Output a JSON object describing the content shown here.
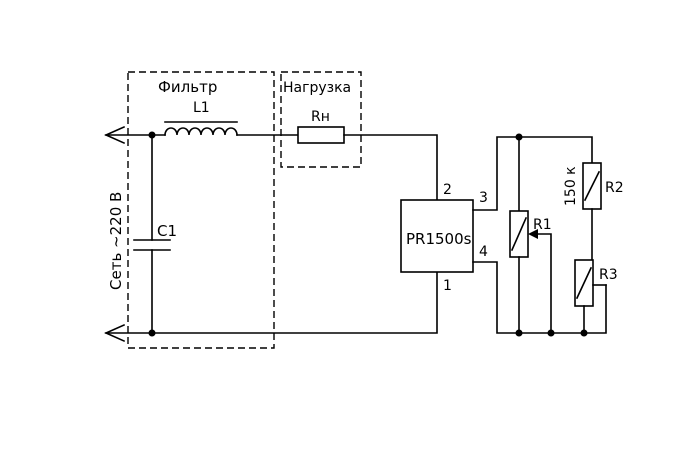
{
  "diagram": {
    "labels": {
      "filter": "Фильтр",
      "load": "Нагрузка",
      "mains": "Сеть ~220 В",
      "l1": "L1",
      "rn": "Rн",
      "c1": "C1",
      "chip": "PR1500s",
      "pin1": "1",
      "pin2": "2",
      "pin3": "3",
      "pin4": "4",
      "r1": "R1",
      "r2": "R2",
      "r2_value": "150 к",
      "r3": "R3"
    }
  }
}
